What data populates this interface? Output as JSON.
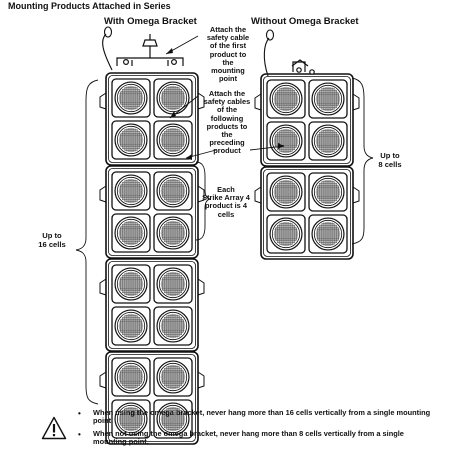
{
  "title": "Mounting Products Attached in Series",
  "left_header": "With Omega Bracket",
  "right_header": "Without Omega Bracket",
  "annotations": {
    "first_product": "Attach the\nsafety cable\nof the first\nproduct to\nthe\nmounting\npoint",
    "following_products": "Attach the\nsafety cables\nof the\nfollowing\nproducts to\nthe\npreceding\nproduct",
    "strike_array": "Each\nStrike Array 4\nproduct is 4\ncells"
  },
  "left_bracket_label": "Up to\n16 cells",
  "right_bracket_label": "Up to\n8 cells",
  "left_stack_cells": 16,
  "right_stack_cells": 8,
  "cells_per_product": 4,
  "warning_icon": "warning-triangle-icon",
  "warnings": [
    {
      "bullet": "•",
      "text": "When using the omega bracket, never hang more than 16 cells vertically from a single mounting point."
    },
    {
      "bullet": "•",
      "text": "When not using the omega bracket, never hang more than 8 cells vertically from a single mounting point."
    }
  ]
}
